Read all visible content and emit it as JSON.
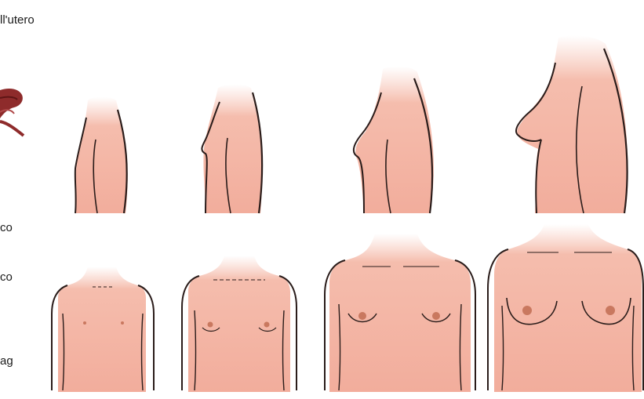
{
  "left_column": {
    "heading_fragment": "ll'utero",
    "line_1": "co",
    "line_2": "co",
    "line_3": "ag"
  },
  "figure": {
    "subject": "breast development stages",
    "stages": [
      {
        "stage": 1,
        "views": [
          "profile",
          "front"
        ]
      },
      {
        "stage": 2,
        "views": [
          "profile",
          "front"
        ]
      },
      {
        "stage": 3,
        "views": [
          "profile",
          "front"
        ]
      },
      {
        "stage": 4,
        "views": [
          "profile",
          "front"
        ]
      }
    ],
    "colors": {
      "skin": "#f2b0a0",
      "skin_light": "#f7c6b8",
      "outline": "#2a1c1a",
      "nipple": "#c9785f",
      "uterus": "#8e2b2b"
    }
  }
}
